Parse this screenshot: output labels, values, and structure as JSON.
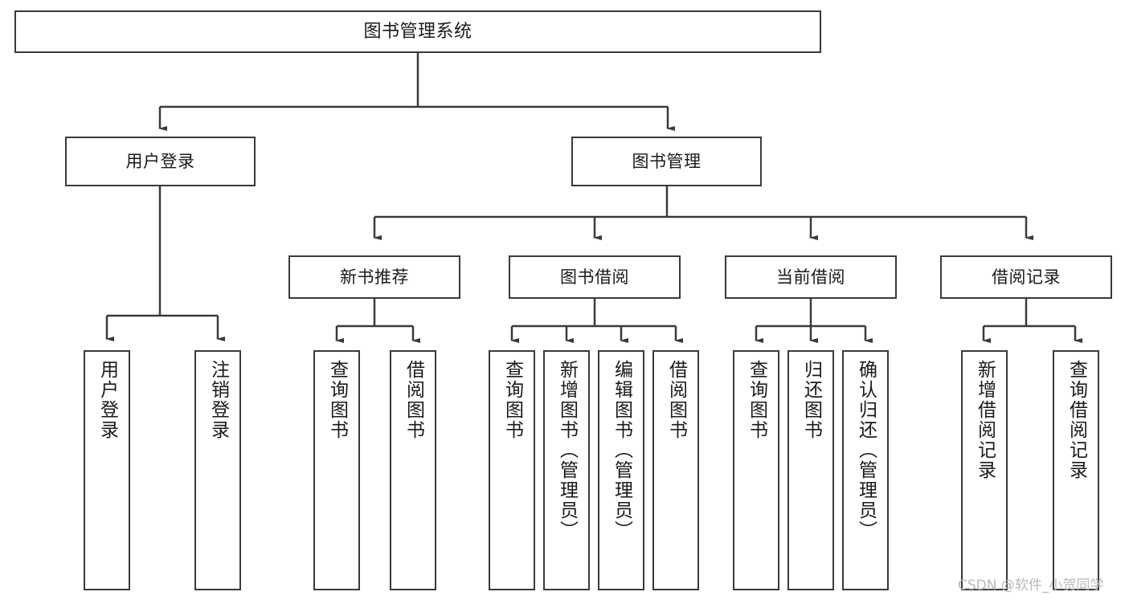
{
  "diagram": {
    "title": "图书管理系统",
    "type": "tree-structure-chart",
    "root": {
      "label": "图书管理系统"
    },
    "level2": [
      {
        "label": "用户登录"
      },
      {
        "label": "图书管理"
      }
    ],
    "level3": [
      {
        "label": "新书推荐"
      },
      {
        "label": "图书借阅"
      },
      {
        "label": "当前借阅"
      },
      {
        "label": "借阅记录"
      }
    ],
    "leaves": [
      {
        "label": "用户登录",
        "parent": "用户登录"
      },
      {
        "label": "注销登录",
        "parent": "用户登录"
      },
      {
        "label": "查询图书",
        "parent": "新书推荐"
      },
      {
        "label": "借阅图书",
        "parent": "新书推荐"
      },
      {
        "label": "查询图书",
        "parent": "图书借阅"
      },
      {
        "label": "新增图书（管理员）",
        "parent": "图书借阅"
      },
      {
        "label": "编辑图书（管理员）",
        "parent": "图书借阅"
      },
      {
        "label": "借阅图书",
        "parent": "图书借阅"
      },
      {
        "label": "查询图书",
        "parent": "当前借阅"
      },
      {
        "label": "归还图书",
        "parent": "当前借阅"
      },
      {
        "label": "确认归还（管理员）",
        "parent": "当前借阅"
      },
      {
        "label": "新增借阅记录",
        "parent": "借阅记录"
      },
      {
        "label": "查询借阅记录",
        "parent": "借阅记录"
      }
    ]
  },
  "watermark": {
    "text": "CSDN @软件_小贺同学"
  },
  "colors": {
    "stroke": "#3a3a3a",
    "box_fill": "#ffffff",
    "text": "#1a1a1a",
    "watermark": "#b9b9b9",
    "background": "#ffffff"
  }
}
